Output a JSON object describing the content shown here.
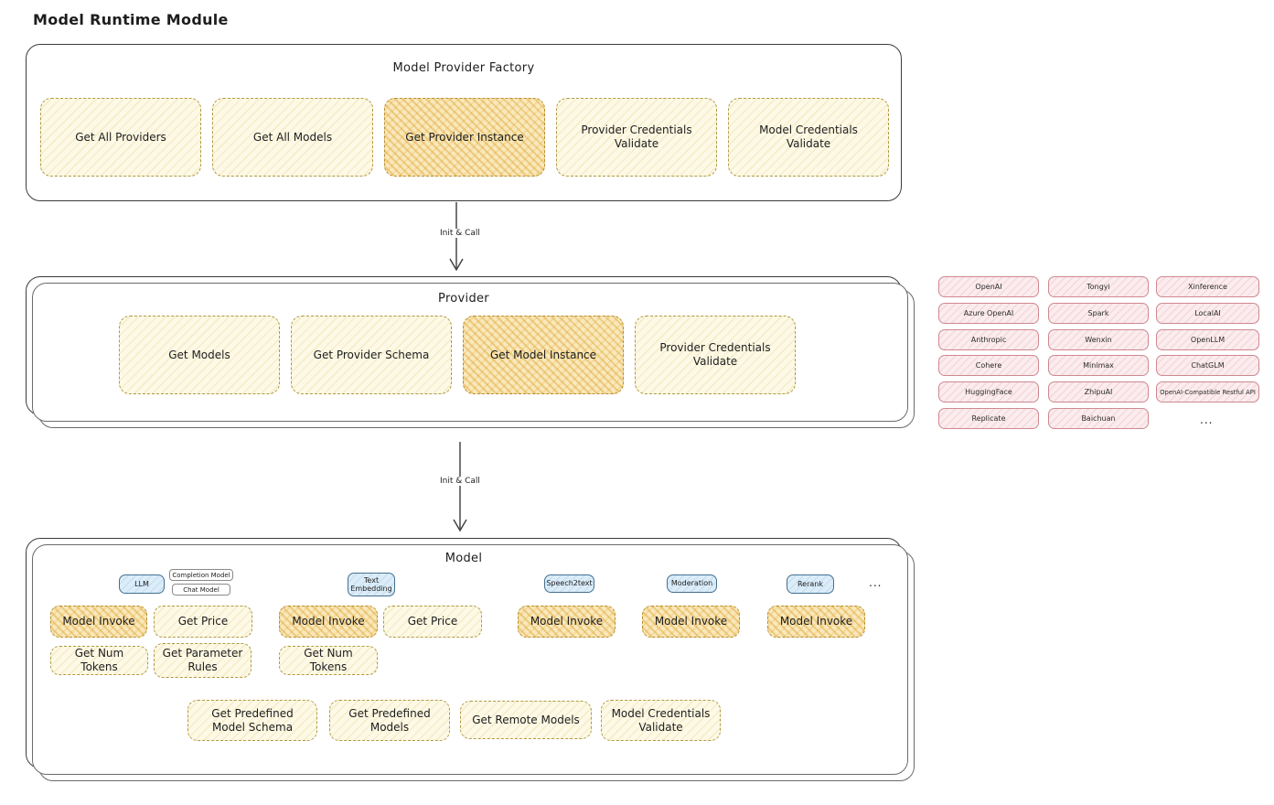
{
  "page": {
    "title": "Model Runtime Module"
  },
  "arrows": {
    "label1": "Init & Call",
    "label2": "Init & Call"
  },
  "factory": {
    "title": "Model Provider Factory",
    "items": [
      "Get All Providers",
      "Get All Models",
      "Get Provider Instance",
      "Provider Credentials Validate",
      "Model Credentials Validate"
    ]
  },
  "provider": {
    "title": "Provider",
    "items": [
      "Get Models",
      "Get Provider Schema",
      "Get Model Instance",
      "Provider Credentials Validate"
    ]
  },
  "providers": {
    "col1": [
      "OpenAI",
      "Azure OpenAI",
      "Anthropic",
      "Cohere",
      "HuggingFace",
      "Replicate"
    ],
    "col2": [
      "Tongyi",
      "Spark",
      "Wenxin",
      "Minimax",
      "ZhipuAI",
      "Baichuan"
    ],
    "col3": [
      "Xinference",
      "LocalAI",
      "OpenLLM",
      "ChatGLM",
      "OpenAI-Compatible Restful API"
    ],
    "more": "..."
  },
  "model": {
    "title": "Model",
    "badges": {
      "llm": "LLM",
      "completion": "Completion Model",
      "chat": "Chat Model",
      "embedding": "Text Embedding",
      "speech": "Speech2text",
      "moderation": "Moderation",
      "rerank": "Rerank",
      "more": "..."
    },
    "llm_ops": [
      "Model Invoke",
      "Get Price",
      "Get Num Tokens",
      "Get Parameter Rules"
    ],
    "embedding_ops": [
      "Model Invoke",
      "Get Price",
      "Get Num Tokens"
    ],
    "speech_ops": [
      "Model Invoke"
    ],
    "moderation_ops": [
      "Model Invoke"
    ],
    "rerank_ops": [
      "Model Invoke"
    ],
    "common_ops": [
      "Get Predefined Model Schema",
      "Get Predefined Models",
      "Get Remote Models",
      "Model Credentials Validate"
    ]
  },
  "colors": {
    "highlight_yellow": "#f7e4b2",
    "light_yellow": "#fdf9e6",
    "pink": "#fbecee",
    "blue": "#dcedf9",
    "stroke": "#3c3c3c"
  }
}
